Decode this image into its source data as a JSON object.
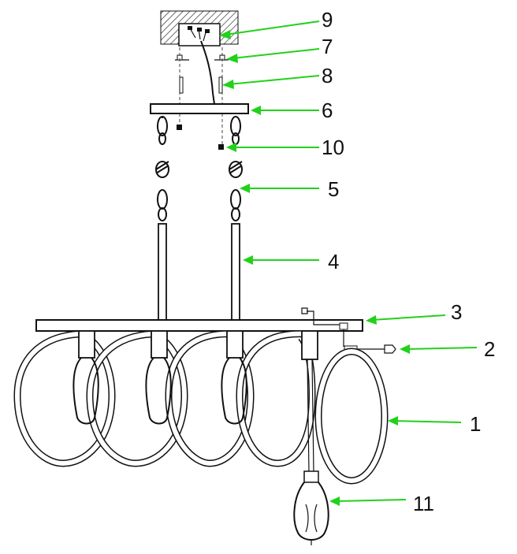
{
  "callouts": [
    {
      "id": "9",
      "label": "9"
    },
    {
      "id": "7",
      "label": "7"
    },
    {
      "id": "8",
      "label": "8"
    },
    {
      "id": "6",
      "label": "6"
    },
    {
      "id": "10",
      "label": "10"
    },
    {
      "id": "5",
      "label": "5"
    },
    {
      "id": "4",
      "label": "4"
    },
    {
      "id": "3",
      "label": "3"
    },
    {
      "id": "2",
      "label": "2"
    },
    {
      "id": "1",
      "label": "1"
    },
    {
      "id": "11",
      "label": "11"
    }
  ],
  "colors": {
    "arrow": "#22d11a",
    "line": "#111111"
  }
}
